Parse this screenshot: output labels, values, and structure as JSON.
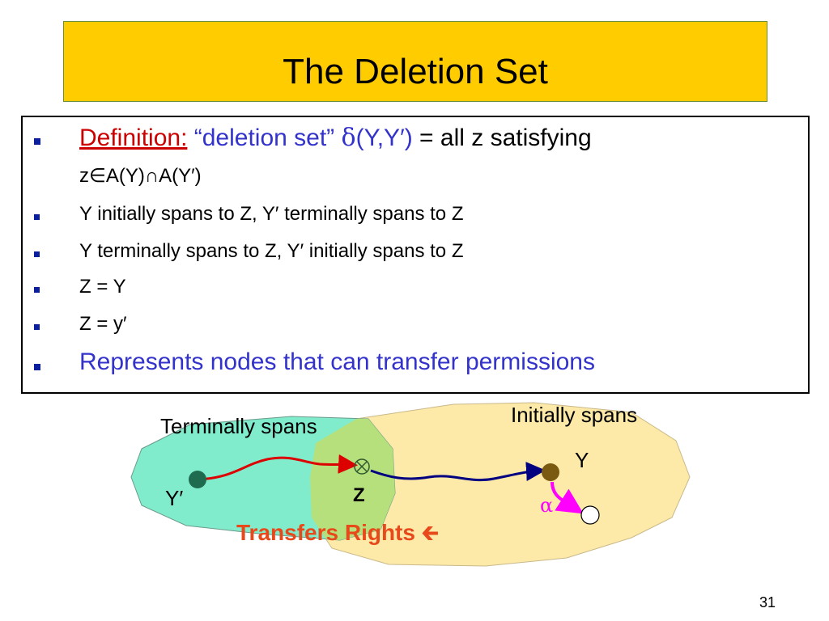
{
  "slide": {
    "title": "The Deletion Set",
    "number": "31"
  },
  "bullets": {
    "b1": {
      "definition_label": "Definition:",
      "quoted": "“deletion set”",
      "delta": "δ",
      "args": "(Y,Y′)",
      "rest": "= all z satisfying",
      "sub": "z∈A(Y)∩A(Y′)"
    },
    "b2": "Y initially spans to Z, Y′ terminally spans to Z",
    "b3": "Y terminally spans to Z, Y′ initially spans to Z",
    "b4": "Z = Y",
    "b5": "Z = y′",
    "b6": "Represents nodes that can transfer permissions"
  },
  "diagram": {
    "label_terminally": "Terminally spans",
    "label_initially": "Initially spans",
    "node_y": "Y",
    "node_yprime": "Y′",
    "node_z": "Z",
    "alpha": "α",
    "transfers": "Transfers Rights",
    "arrow_glyph": "🡰",
    "colors": {
      "left_region": "#80eccc",
      "right_region": "#fde9a8",
      "overlap": "#b5e07c",
      "red_path": "#dd0000",
      "blue_path": "#000080",
      "alpha_arrow": "#ff00ff",
      "transfers_text": "#e8491a"
    }
  }
}
